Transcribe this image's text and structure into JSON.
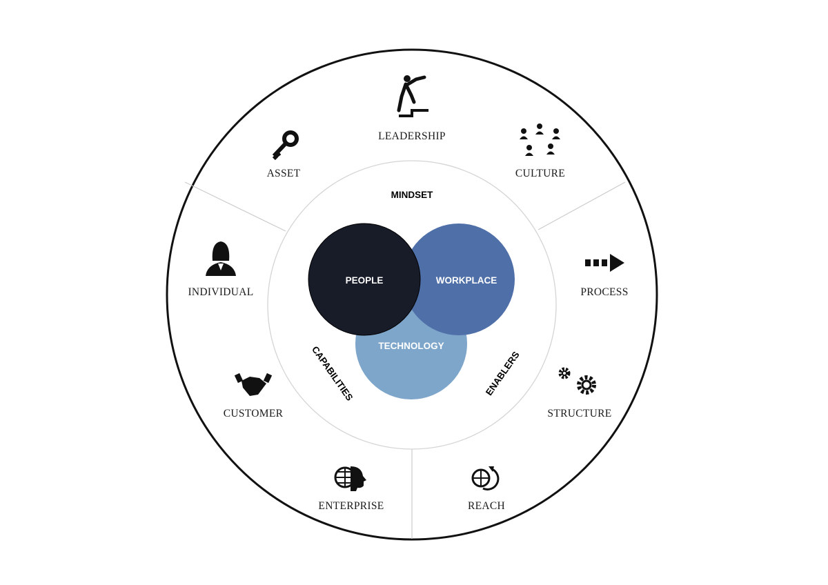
{
  "diagram": {
    "venn": [
      {
        "label": "PEOPLE",
        "color": "#181b28"
      },
      {
        "label": "WORKPLACE",
        "color": "#4f6fa8"
      },
      {
        "label": "TECHNOLOGY",
        "color": "#7ea6cb"
      }
    ],
    "inner_ring": {
      "top": "MINDSET",
      "left": "CAPABILITIES",
      "right": "ENABLERS"
    },
    "outer_items": [
      {
        "label": "LEADERSHIP",
        "icon": "climbing-stairs-icon"
      },
      {
        "label": "ASSET",
        "icon": "key-icon"
      },
      {
        "label": "CULTURE",
        "icon": "group-icon"
      },
      {
        "label": "INDIVIDUAL",
        "icon": "person-icon"
      },
      {
        "label": "PROCESS",
        "icon": "arrow-right-icon"
      },
      {
        "label": "CUSTOMER",
        "icon": "handshake-icon"
      },
      {
        "label": "STRUCTURE",
        "icon": "gears-icon"
      },
      {
        "label": "ENTERPRISE",
        "icon": "globe-head-icon"
      },
      {
        "label": "REACH",
        "icon": "globe-refresh-icon"
      }
    ]
  }
}
